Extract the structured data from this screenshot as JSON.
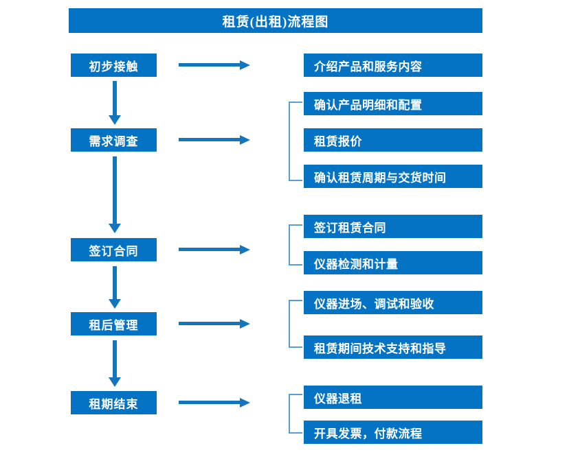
{
  "diagram": {
    "title": "租赁(出租)流程图",
    "colors": {
      "box_blue": "#0473c4",
      "arrow_blue": "#1375bc",
      "bracket_blue": "#5b9bd5",
      "text_white": "#ffffff",
      "background": "#ffffff"
    },
    "stages": [
      {
        "label": "初步接触"
      },
      {
        "label": "需求调查"
      },
      {
        "label": "签订合同"
      },
      {
        "label": "租后管理"
      },
      {
        "label": "租期结束"
      }
    ],
    "details": [
      {
        "label": "介绍产品和服务内容"
      },
      {
        "label": "确认产品明细和配置"
      },
      {
        "label": "租赁报价"
      },
      {
        "label": "确认租赁周期与交货时间"
      },
      {
        "label": "签订租赁合同"
      },
      {
        "label": "仪器检测和计量"
      },
      {
        "label": "仪器进场、调试和验收"
      },
      {
        "label": "租赁期间技术支持和指导"
      },
      {
        "label": "仪器退租"
      },
      {
        "label": "开具发票，付款流程"
      }
    ]
  }
}
